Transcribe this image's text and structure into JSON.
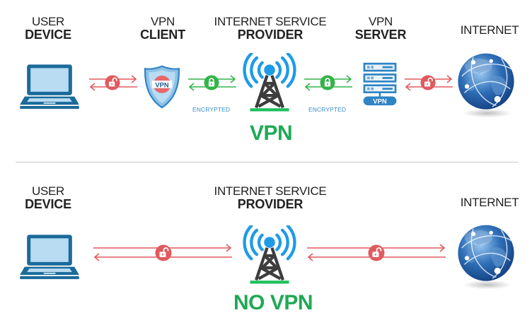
{
  "colors": {
    "device_blue": "#1b6b9a",
    "device_screen": "#b9dcf3",
    "unsafe_red": "#e05a5e",
    "safe_green": "#35b34a",
    "tower_gray": "#3d3d3d",
    "signal_blue": "#1e9be6",
    "label_green": "#1fa955",
    "encrypted_text": "#3a8fc9"
  },
  "vpn_diagram": {
    "nodes": [
      {
        "line1": "USER",
        "line2": "DEVICE",
        "icon": "laptop-icon"
      },
      {
        "line1": "VPN",
        "line2": "CLIENT",
        "icon": "vpn-shield-icon",
        "badge": "VPN"
      },
      {
        "line1": "INTERNET SERVICE",
        "line2": "PROVIDER",
        "icon": "cell-tower-icon"
      },
      {
        "line1": "VPN",
        "line2": "SERVER",
        "icon": "server-icon",
        "badge": "VPN"
      },
      {
        "line1": "INTERNET",
        "line2": "",
        "icon": "globe-icon"
      }
    ],
    "links": [
      {
        "from": "USER DEVICE",
        "to": "VPN CLIENT",
        "state": "unlocked",
        "label": ""
      },
      {
        "from": "VPN CLIENT",
        "to": "INTERNET SERVICE PROVIDER",
        "state": "locked",
        "label": "ENCRYPTED"
      },
      {
        "from": "INTERNET SERVICE PROVIDER",
        "to": "VPN SERVER",
        "state": "locked",
        "label": "ENCRYPTED"
      },
      {
        "from": "VPN SERVER",
        "to": "INTERNET",
        "state": "unlocked",
        "label": ""
      }
    ],
    "caption": "VPN"
  },
  "no_vpn_diagram": {
    "nodes": [
      {
        "line1": "USER",
        "line2": "DEVICE",
        "icon": "laptop-icon"
      },
      {
        "line1": "INTERNET SERVICE",
        "line2": "PROVIDER",
        "icon": "cell-tower-icon"
      },
      {
        "line1": "INTERNET",
        "line2": "",
        "icon": "globe-icon"
      }
    ],
    "links": [
      {
        "from": "USER DEVICE",
        "to": "INTERNET SERVICE PROVIDER",
        "state": "unlocked"
      },
      {
        "from": "INTERNET SERVICE PROVIDER",
        "to": "INTERNET",
        "state": "unlocked"
      }
    ],
    "caption": "NO VPN"
  }
}
